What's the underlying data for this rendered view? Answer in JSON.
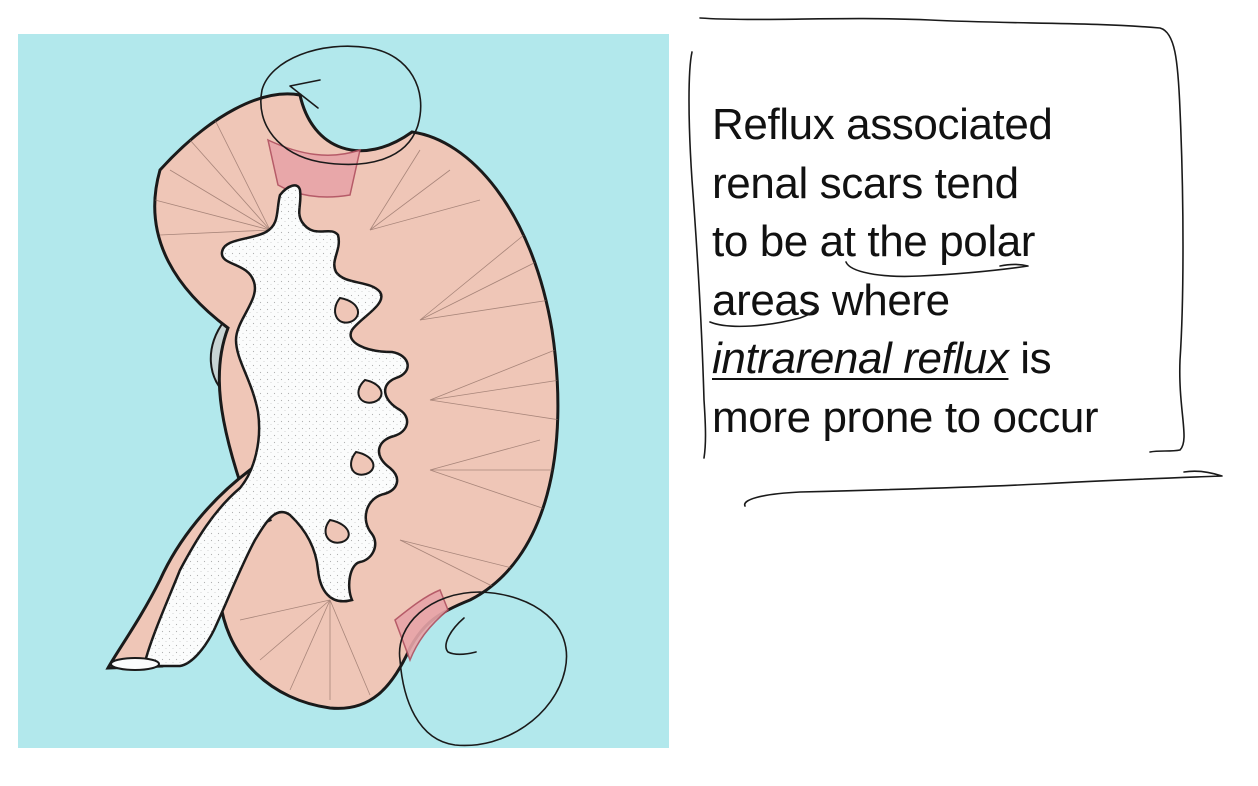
{
  "colors": {
    "background_panel": "#b2e8ec",
    "kidney_cortex": "#efc6b7",
    "collecting_system": "#fbfcfc",
    "scar_region": "#e8a4a8",
    "outline": "#1a1a1a",
    "text": "#111111"
  },
  "illustration": {
    "subject": "kidney-cross-section",
    "scar_markers": [
      "upper-pole-scar",
      "lower-pole-scar"
    ]
  },
  "note": {
    "line1": "Reflux associated",
    "line2": "renal scars tend",
    "line3": "to be at the polar",
    "line4": "areas where",
    "line5_emphasis": "intrarenal reflux",
    "line5_rest": " is",
    "line6": "more prone to occur"
  }
}
